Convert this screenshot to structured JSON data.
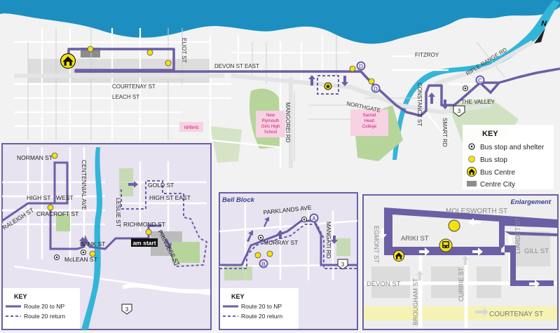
{
  "streets": {
    "devon_st_east": "DEVON ST EAST",
    "courtenay_st": "COURTENAY ST",
    "leach_st": "LEACH ST",
    "eliot_st": "ELIOT ST",
    "northgate": "NORTHGATE",
    "mangorei_rd": "MANGOREI RD",
    "fitzroy": "FITZROY",
    "rifle_range_rd": "RIFLE RANGE RD",
    "constance_st": "CONSTANCE ST",
    "smart_rd": "SMART RD",
    "the_valley": "THE VALLEY",
    "route_badge": "3"
  },
  "landmarks": {
    "girls_high": [
      "New",
      "Plymouth",
      "Girls High",
      "School"
    ],
    "sacred_heart": [
      "Sacred",
      "Heart",
      "College"
    ],
    "npbhs": "NPBHS"
  },
  "stop_labels": {
    "c": "C",
    "d": "D",
    "a": "A",
    "b": "B"
  },
  "north": {
    "label": "N"
  },
  "key": {
    "title": "KEY",
    "items": [
      {
        "label": "Bus stop and shelter"
      },
      {
        "label": "Bus stop"
      },
      {
        "label": "Bus Centre"
      },
      {
        "label": "Centre City"
      }
    ]
  },
  "inset_left": {
    "streets": {
      "norman_st": "NORMAN ST",
      "centennial_ave": "CENTENNIAL AVE",
      "high_st": "HIGH ST",
      "west": "WEST",
      "cracroft_st": "CRACROFT ST",
      "raleigh_st": "RALEIGH ST",
      "bank_st": "BANK ST",
      "mclean_st": "McLEAN ST",
      "gold_st": "GOLD ST",
      "high_st_east": "HIGH ST EAST",
      "leslie_st": "LESLIE ST",
      "richmond_st": "RICHMOND ST",
      "princess_st": "PRINCESS ST"
    },
    "am_start": "am start",
    "key": {
      "title": "KEY",
      "route_to": "Route 20 to NP",
      "route_return": "Route 20 return"
    }
  },
  "inset_mid": {
    "title": "Bell Block",
    "streets": {
      "parklands_ave": "PARKLANDS AVE",
      "murray_st": "MURRAY ST",
      "mangati_rd": "MANGATI RD"
    },
    "key": {
      "title": "KEY",
      "route_to": "Route 20 to NP",
      "route_return": "Route 20 return"
    }
  },
  "inset_right": {
    "title": "Enlargement",
    "streets": {
      "molesworth_st": "MOLESWORTH ST",
      "egmont_st": "EGMONT ST",
      "ariki_st": "ARIKI ST",
      "gill_st": "GILL ST",
      "liardet_st": "LIARDET ST",
      "devon_st": "DEVON ST",
      "brougham_st": "BROUGHAM ST",
      "currie_st": "CURRIE ST",
      "courtenay_st": "COURTENAY ST"
    }
  },
  "colors": {
    "route": "#6b5fa6",
    "sea": "#1c8fc0",
    "stop_yellow": "#f4e20d",
    "park": "#b7d59b",
    "school": "#f6d2e2",
    "centre_city": "#8c8c8c"
  }
}
